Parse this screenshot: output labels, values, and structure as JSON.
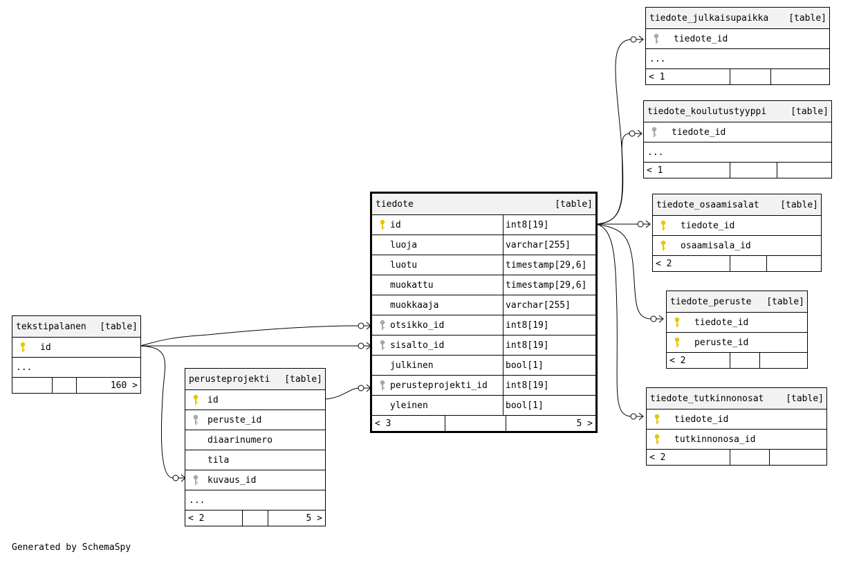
{
  "footer": "Generated by SchemaSpy",
  "colors": {
    "pk_key": "#e6c800",
    "fk_key": "#a9a9a9",
    "header_bg": "#f2f2f2"
  },
  "tables": {
    "tiedote": {
      "name": "tiedote",
      "type": "[table]",
      "columns": [
        {
          "name": "id",
          "type": "int8[19]",
          "key": "pk"
        },
        {
          "name": "luoja",
          "type": "varchar[255]",
          "key": ""
        },
        {
          "name": "luotu",
          "type": "timestamp[29,6]",
          "key": ""
        },
        {
          "name": "muokattu",
          "type": "timestamp[29,6]",
          "key": ""
        },
        {
          "name": "muokkaaja",
          "type": "varchar[255]",
          "key": ""
        },
        {
          "name": "otsikko_id",
          "type": "int8[19]",
          "key": "fk"
        },
        {
          "name": "sisalto_id",
          "type": "int8[19]",
          "key": "fk"
        },
        {
          "name": "julkinen",
          "type": "bool[1]",
          "key": ""
        },
        {
          "name": "perusteprojekti_id",
          "type": "int8[19]",
          "key": "fk"
        },
        {
          "name": "yleinen",
          "type": "bool[1]",
          "key": ""
        }
      ],
      "footer": {
        "parents": "< 3",
        "rows": "",
        "children": "5 >"
      }
    },
    "tekstipalanen": {
      "name": "tekstipalanen",
      "type": "[table]",
      "columns": [
        {
          "name": "id",
          "key": "pk"
        }
      ],
      "ellipsis": "...",
      "footer": {
        "parents": "",
        "rows": "",
        "children": "160 >"
      }
    },
    "perusteprojekti": {
      "name": "perusteprojekti",
      "type": "[table]",
      "columns": [
        {
          "name": "id",
          "key": "pk"
        },
        {
          "name": "peruste_id",
          "key": "fk"
        },
        {
          "name": "diaarinumero",
          "key": ""
        },
        {
          "name": "tila",
          "key": ""
        },
        {
          "name": "kuvaus_id",
          "key": "fk"
        }
      ],
      "ellipsis": "...",
      "footer": {
        "parents": "< 2",
        "rows": "",
        "children": "5 >"
      }
    },
    "tiedote_julkaisupaikka": {
      "name": "tiedote_julkaisupaikka",
      "type": "[table]",
      "columns": [
        {
          "name": "tiedote_id",
          "key": "fk"
        }
      ],
      "ellipsis": "...",
      "footer": {
        "parents": "< 1",
        "rows": "",
        "children": ""
      }
    },
    "tiedote_koulutustyyppi": {
      "name": "tiedote_koulutustyyppi",
      "type": "[table]",
      "columns": [
        {
          "name": "tiedote_id",
          "key": "fk"
        }
      ],
      "ellipsis": "...",
      "footer": {
        "parents": "< 1",
        "rows": "",
        "children": ""
      }
    },
    "tiedote_osaamisalat": {
      "name": "tiedote_osaamisalat",
      "type": "[table]",
      "columns": [
        {
          "name": "tiedote_id",
          "key": "pk"
        },
        {
          "name": "osaamisala_id",
          "key": "pk"
        }
      ],
      "footer": {
        "parents": "< 2",
        "rows": "",
        "children": ""
      }
    },
    "tiedote_peruste": {
      "name": "tiedote_peruste",
      "type": "[table]",
      "columns": [
        {
          "name": "tiedote_id",
          "key": "pk"
        },
        {
          "name": "peruste_id",
          "key": "pk"
        }
      ],
      "footer": {
        "parents": "< 2",
        "rows": "",
        "children": ""
      }
    },
    "tiedote_tutkinnonosat": {
      "name": "tiedote_tutkinnonosat",
      "type": "[table]",
      "columns": [
        {
          "name": "tiedote_id",
          "key": "pk"
        },
        {
          "name": "tutkinnonosa_id",
          "key": "pk"
        }
      ],
      "footer": {
        "parents": "< 2",
        "rows": "",
        "children": ""
      }
    }
  }
}
